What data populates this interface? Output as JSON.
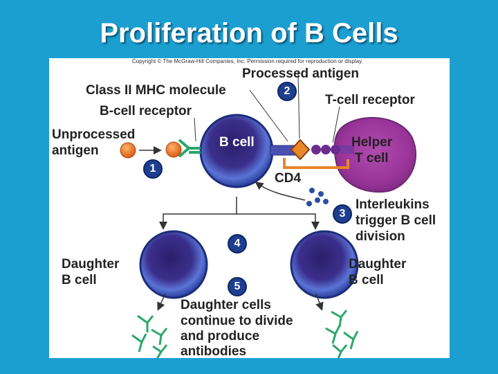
{
  "title": "Proliferation of B Cells",
  "copyright": "Copyright © The McGraw-Hill Companies, Inc. Permission required for reproduction or display.",
  "labels": {
    "processed_antigen": "Processed antigen",
    "class_ii_mhc": "Class II MHC molecule",
    "b_cell_receptor": "B-cell receptor",
    "t_cell_receptor": "T-cell receptor",
    "unprocessed_antigen_1": "Unprocessed",
    "unprocessed_antigen_2": "antigen",
    "b_cell": "B cell",
    "helper_t_cell_1": "Helper",
    "helper_t_cell_2": "T cell",
    "cd4": "CD4",
    "interleukins_1": "Interleukins",
    "interleukins_2": "trigger B cell",
    "interleukins_3": "division",
    "daughter_left_1": "Daughter",
    "daughter_left_2": "B cell",
    "daughter_right_1": "Daughter",
    "daughter_right_2": "B cell",
    "daughter_cells_1": "Daughter cells",
    "daughter_cells_2": "continue to divide",
    "daughter_cells_3": "and produce",
    "daughter_cells_4": "antibodies"
  },
  "steps": [
    "1",
    "2",
    "3",
    "4",
    "5"
  ],
  "colors": {
    "background": "#1b9fd1",
    "b_cell": "#3a2f86",
    "helper_t_cell": "#9d3a9c",
    "antibody": "#2aa66a",
    "antigen": "#e87f2a",
    "cd4": "#e8862a",
    "step_badge": "#1e3f8f"
  }
}
